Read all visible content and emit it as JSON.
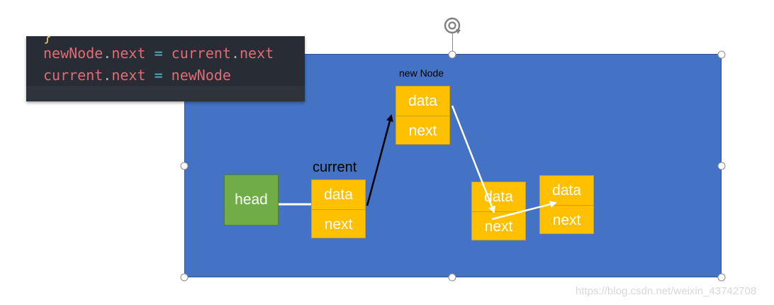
{
  "code": {
    "brace": "}",
    "line1": {
      "lhs_obj": "newNode",
      "lhs_prop": "next",
      "op": "=",
      "rhs_obj": "current",
      "rhs_prop": "next"
    },
    "line2": {
      "lhs_obj": "current",
      "lhs_prop": "next",
      "op": "=",
      "rhs_obj": "newNode"
    },
    "dot": "."
  },
  "diagram": {
    "background_color": "#4472c4",
    "node_color": "#ffc000",
    "head_color": "#70ad47",
    "head": {
      "label": "head"
    },
    "current": {
      "caption": "current",
      "data_label": "data",
      "next_label": "next"
    },
    "new_node": {
      "caption": "new Node",
      "data_label": "data",
      "next_label": "next"
    },
    "node_c": {
      "data_label": "data",
      "next_label": "next"
    },
    "node_d": {
      "data_label": "data",
      "next_label": "next"
    }
  },
  "icons": {
    "rotate": "rotate-icon"
  },
  "watermark": "https://blog.csdn.net/weixin_43742708"
}
